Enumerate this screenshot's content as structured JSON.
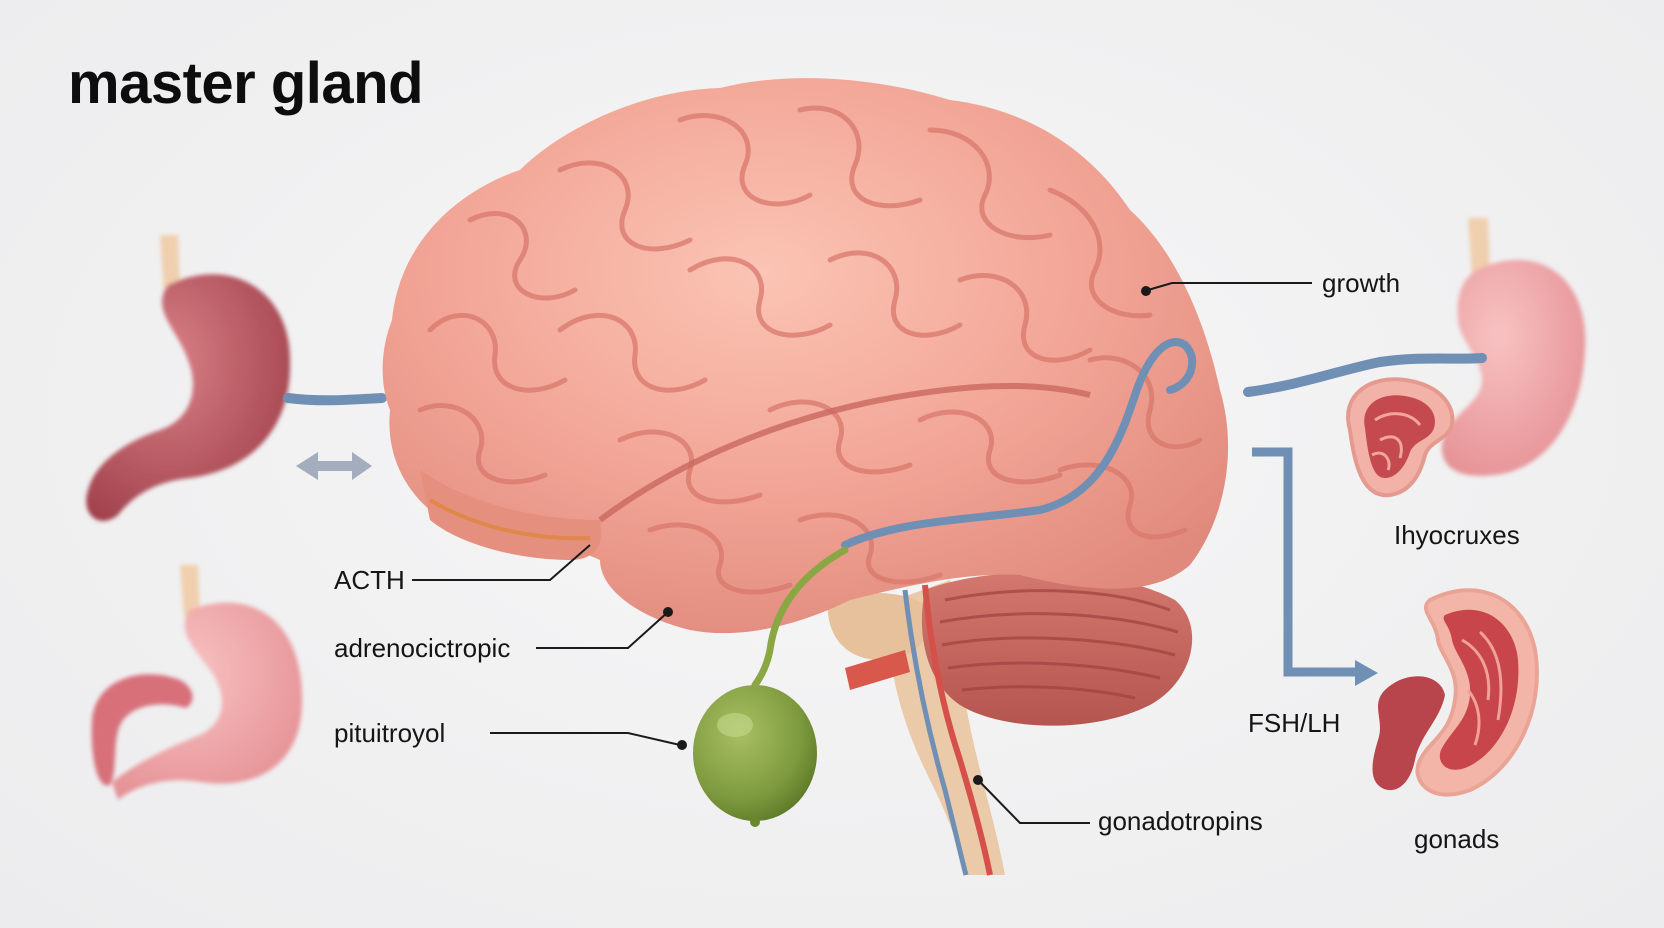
{
  "title": "master gland",
  "labels": {
    "acth": "ACTH",
    "adreno": "adrenocictropic",
    "pituitary": "pituitroyol",
    "growth": "growth",
    "thyro": "Ihyocruxes",
    "fshlh": "FSH/LH",
    "gonadotropins": "gonadotropins",
    "gonads": "gonads"
  },
  "colors": {
    "brain": "#f2a596",
    "brain_shade": "#d9786c",
    "cerebellum": "#c96a62",
    "stem": "#e9c4a4",
    "pituitary": "#7e9a3e",
    "vessel_blue": "#6f8fb5",
    "vessel_red": "#d6504a",
    "organ_dark": "#b4525a",
    "organ_light": "#eb9ea1"
  }
}
